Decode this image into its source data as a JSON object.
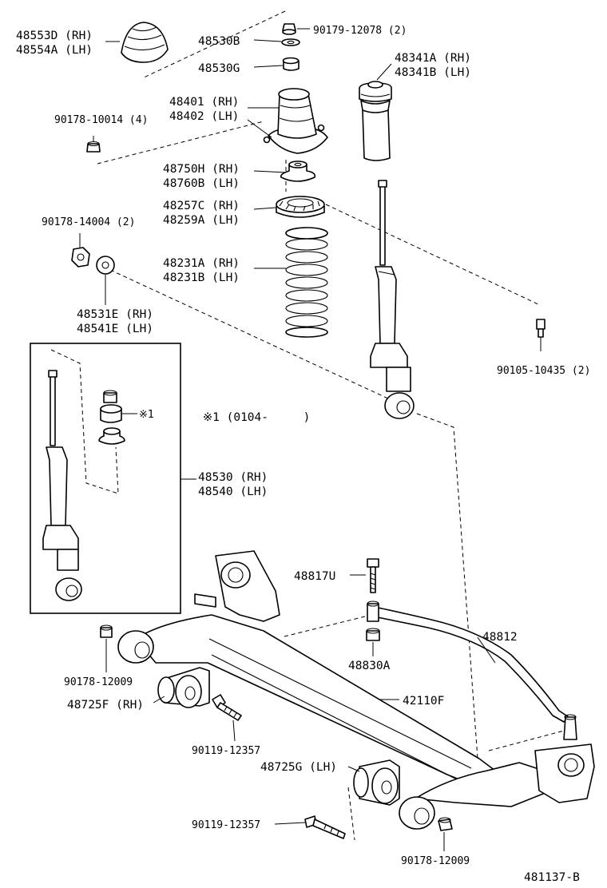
{
  "labels": {
    "boot": [
      "48553D (RH)",
      "48554A (LH)"
    ],
    "nut_top": "90179-12078 (2)",
    "washer_a": "48530B",
    "washer_b": "48530G",
    "mount": [
      "48401 (RH)",
      "48402 (LH)"
    ],
    "nut_side": "90178-10014 (4)",
    "bumper": [
      "48341A (RH)",
      "48341B (LH)"
    ],
    "seat_upper": [
      "48750H (RH)",
      "48760B (LH)"
    ],
    "insulator": [
      "48257C (RH)",
      "48259A (LH)"
    ],
    "nut_small": "90178-14004 (2)",
    "spring": [
      "48231A (RH)",
      "48231B (LH)"
    ],
    "cushion": [
      "48531E (RH)",
      "48541E (LH)"
    ],
    "bolt_right": "90105-10435 (2)",
    "note_mark": "※1",
    "note_range": "※1 (0104-     )",
    "absorber": [
      "48530 (RH)",
      "48540 (LH)"
    ],
    "bolt_link": "48817U",
    "stabilizer": "48812",
    "nut_link": "48830A",
    "nut_left": "90178-12009",
    "bush_rh": "48725F (RH)",
    "beam": "42110F",
    "bolt_left": "90119-12357",
    "bush_lh": "48725G (LH)",
    "bolt_lower": "90119-12357",
    "nut_lower": "90178-12009",
    "diagram_id": "481137-B"
  }
}
